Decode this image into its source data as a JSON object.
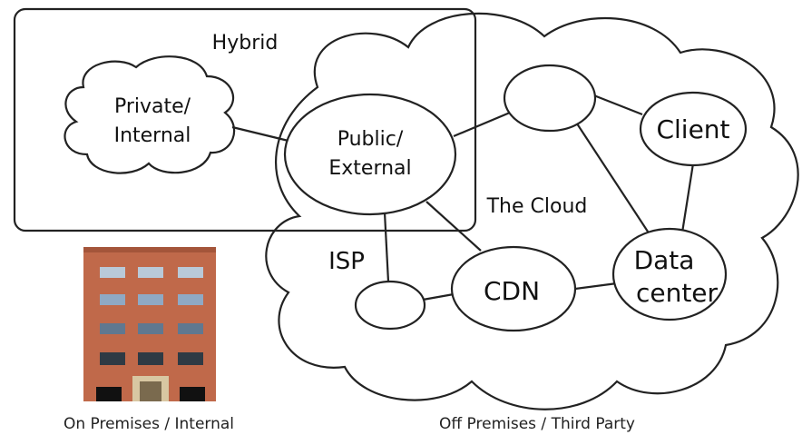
{
  "labels": {
    "hybrid": "Hybrid",
    "private_line1": "Private/",
    "private_line2": "Internal",
    "public_line1": "Public/",
    "public_line2": "External",
    "the_cloud": "The Cloud",
    "client": "Client",
    "isp": "ISP",
    "cdn": "CDN",
    "datacenter_line1": "Data",
    "datacenter_line2": "center"
  },
  "captions": {
    "on_premises": "On Premises / Internal",
    "off_premises": "Off Premises / Third Party"
  },
  "icons": {
    "building": "building-icon"
  },
  "colors": {
    "building_wall": "#c0694a",
    "building_window": "#8fa9c4",
    "building_door": "#d8c7a2"
  }
}
